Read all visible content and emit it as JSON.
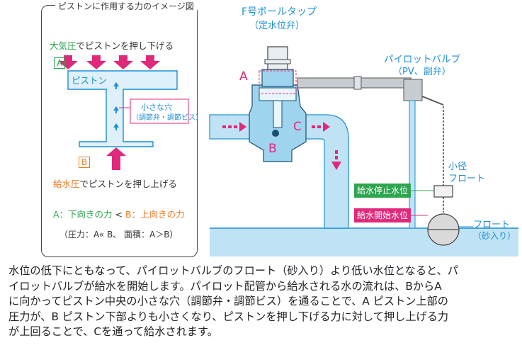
{
  "inset": {
    "title": "ピストンに作用する力のイメージ図",
    "atm_pressure": "大気圧",
    "atm_pressure_desc": "でピストンを押し下げる",
    "label_a": "A",
    "piston": "ピストン",
    "small_hole": "小さな穴",
    "small_hole_detail": "（調節弁・調節ビス）",
    "label_b": "B",
    "supply_pressure": "給水圧",
    "supply_pressure_desc": "でピストンを押し上げる",
    "force_line_prefix": "A：下向きの力",
    "force_line_lt": "<",
    "force_line_suffix": "B：上向きの力",
    "relation": "（圧力：A« B、 面積：A＞B）"
  },
  "diagram": {
    "valve_name": "F号ボールタップ",
    "valve_sub": "（定水位弁）",
    "pilot_name": "パイロットバルブ",
    "pilot_sub": "（PV、副弁）",
    "label_a": "A",
    "label_b": "B",
    "label_c": "C",
    "small_float": "小径",
    "small_float2": "フロート",
    "stop_level": "給水停止水位",
    "start_level": "給水開始水位",
    "float": "フロート",
    "float_sub": "（砂入り）"
  },
  "caption": [
    "水位の低下にともなって、パイロットバルブのフロート（砂入り）より低い水位となると、パ",
    "イロットバルブが給水を開始します。パイロット配管から給水される水の流れは、BからA",
    "に向かってピストン中央の小さな穴（調節弁・調節ビス）を通ることで、A ピストン上部の",
    "圧力が、B ピストン下部よりも小さくなり、ピストンを押し下げる力に対して押し上げる力",
    "が上回ることで、Cを通って給水されます。"
  ],
  "colors": {
    "water": "#bfe3f5",
    "water_edge": "#1d8fd3",
    "arrow": "#e0297a",
    "green_badge": "#2ea44f",
    "pink_badge": "#e0297a"
  }
}
